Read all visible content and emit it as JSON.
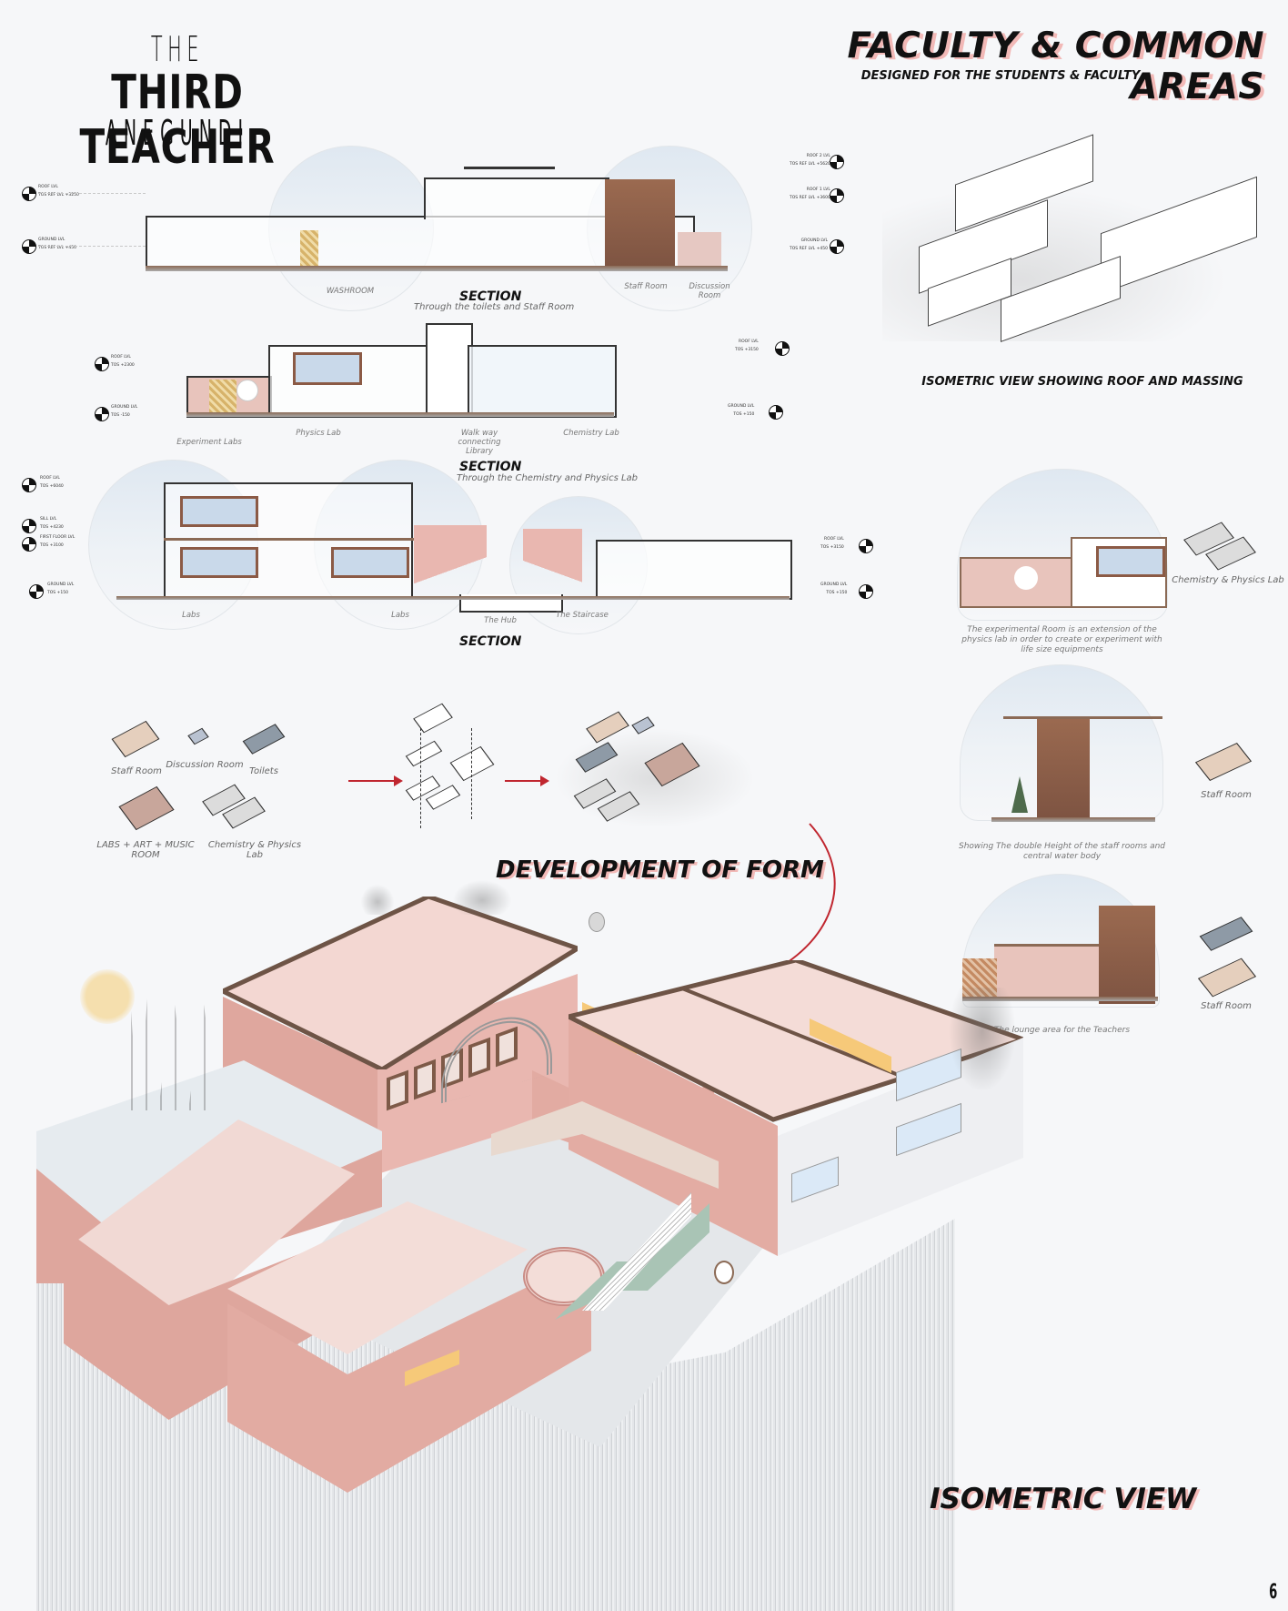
{
  "logo": {
    "line1": "THE",
    "line2": "THIRD TEACHER",
    "line3": "ANEGUNDI"
  },
  "header": {
    "title": "FACULTY & COMMON AREAS",
    "subtitle": "DESIGNED FOR THE STUDENTS & FACULTY"
  },
  "colors": {
    "accent_shadow": "#f2b9b7",
    "arrow_red": "#c0262f",
    "wall_pink": "#e9b7b0",
    "wall_brown": "#8b6a55",
    "staff_room_tone": "#e5cfbd",
    "toilets_tone": "#8e9aa6",
    "labs_tone": "#c8a69b",
    "discussion_tone": "#b9c2d1",
    "lab_grey": "#dcdcdc"
  },
  "sections": [
    {
      "title": "SECTION",
      "subtitle": "Through the toilets and Staff Room",
      "rooms": [
        "WASHROOM",
        "Staff Room",
        "Discussion Room"
      ],
      "levels_left": [
        {
          "name": "ROOF LVL",
          "value": "TOS REF LVL +3250"
        },
        {
          "name": "GROUND LVL",
          "value": "TOS REF LVL +450"
        }
      ],
      "levels_right": [
        {
          "name": "ROOF 2 LVL",
          "value": "TOS REF LVL +5620"
        },
        {
          "name": "ROOF 1 LVL",
          "value": "TOS REF LVL +3600"
        },
        {
          "name": "GROUND LVL",
          "value": "TOS REF LVL +450"
        }
      ]
    },
    {
      "title": "SECTION",
      "subtitle": "Through the Chemistry and Physics Lab",
      "rooms": [
        "Experiment Labs",
        "Physics Lab",
        "Walk way connecting Library",
        "Chemistry Lab"
      ],
      "levels_left": [
        {
          "name": "ROOF LVL",
          "value": "TOS +2300"
        },
        {
          "name": "GROUND LVL",
          "value": "TOS -150"
        }
      ],
      "levels_right": [
        {
          "name": "ROOF LVL",
          "value": "TOS +3150"
        },
        {
          "name": "GROUND LVL",
          "value": "TOS +150"
        }
      ]
    },
    {
      "title": "SECTION",
      "subtitle": "",
      "rooms": [
        "Labs",
        "Labs",
        "The Hub",
        "The Staircase"
      ],
      "levels_left": [
        {
          "name": "ROOF LVL",
          "value": "TOS +6040"
        },
        {
          "name": "SILL LVL",
          "value": "TOS +4230"
        },
        {
          "name": "FIRST FLOOR LVL",
          "value": "TOS +3100"
        },
        {
          "name": "GROUND LVL",
          "value": "TOS +150"
        }
      ],
      "levels_right": [
        {
          "name": "ROOF LVL",
          "value": "TOS +3150"
        },
        {
          "name": "GROUND LVL",
          "value": "TOS +150"
        }
      ]
    }
  ],
  "massing": {
    "caption": "ISOMETRIC VIEW SHOWING ROOF AND MASSING"
  },
  "details": [
    {
      "caption": "The experimental Room is an extension of the physics lab in order to create or experiment with life size equipments",
      "block_label": "Chemistry & Physics Lab"
    },
    {
      "caption": "Showing The double Height of the staff rooms and central water body",
      "block_label": "Staff Room"
    },
    {
      "caption": "The lounge area for the Teachers",
      "block_label": "Staff Room"
    }
  ],
  "form_development": {
    "title": "DEVELOPMENT OF FORM",
    "blocks": [
      {
        "label": "Staff Room",
        "color": "#e5cfbd"
      },
      {
        "label": "Discussion Room",
        "color": "#b9c2d1"
      },
      {
        "label": "Toilets",
        "color": "#8e9aa6"
      },
      {
        "label": "LABS + ART + MUSIC ROOM",
        "color": "#c8a69b"
      },
      {
        "label": "Chemistry & Physics Lab",
        "color": "#dcdcdc"
      }
    ]
  },
  "isometric": {
    "title": "ISOMETRIC VIEW"
  },
  "page_number": "6"
}
